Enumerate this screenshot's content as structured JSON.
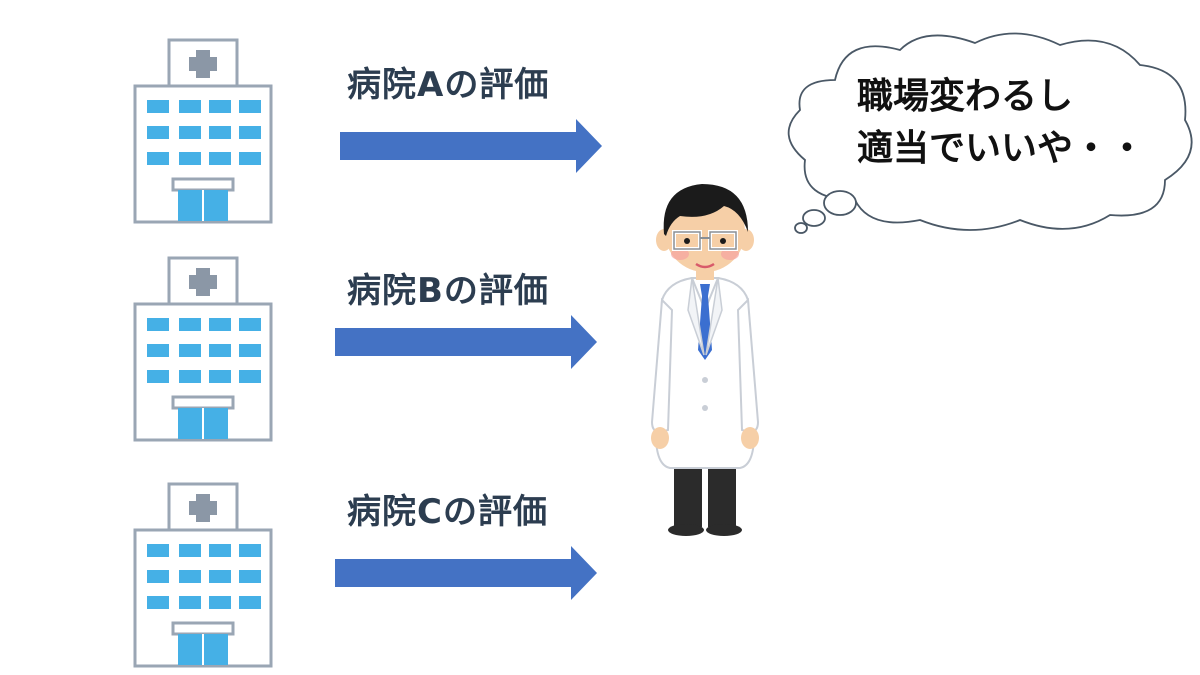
{
  "colors": {
    "arrow": "#4472c4",
    "hospital_outline": "#9aa6b4",
    "hospital_window": "#45b0e6",
    "cross": "#8b97a6",
    "label_text": "#2c3d50"
  },
  "hospitals": [
    {
      "label": "病院Aの評価",
      "icon": "hospital-icon"
    },
    {
      "label": "病院Bの評価",
      "icon": "hospital-icon"
    },
    {
      "label": "病院Cの評価",
      "icon": "hospital-icon"
    }
  ],
  "doctor": {
    "icon": "doctor-icon"
  },
  "thought": {
    "line1": "職場変わるし",
    "line2": "適当でいいや・・"
  }
}
